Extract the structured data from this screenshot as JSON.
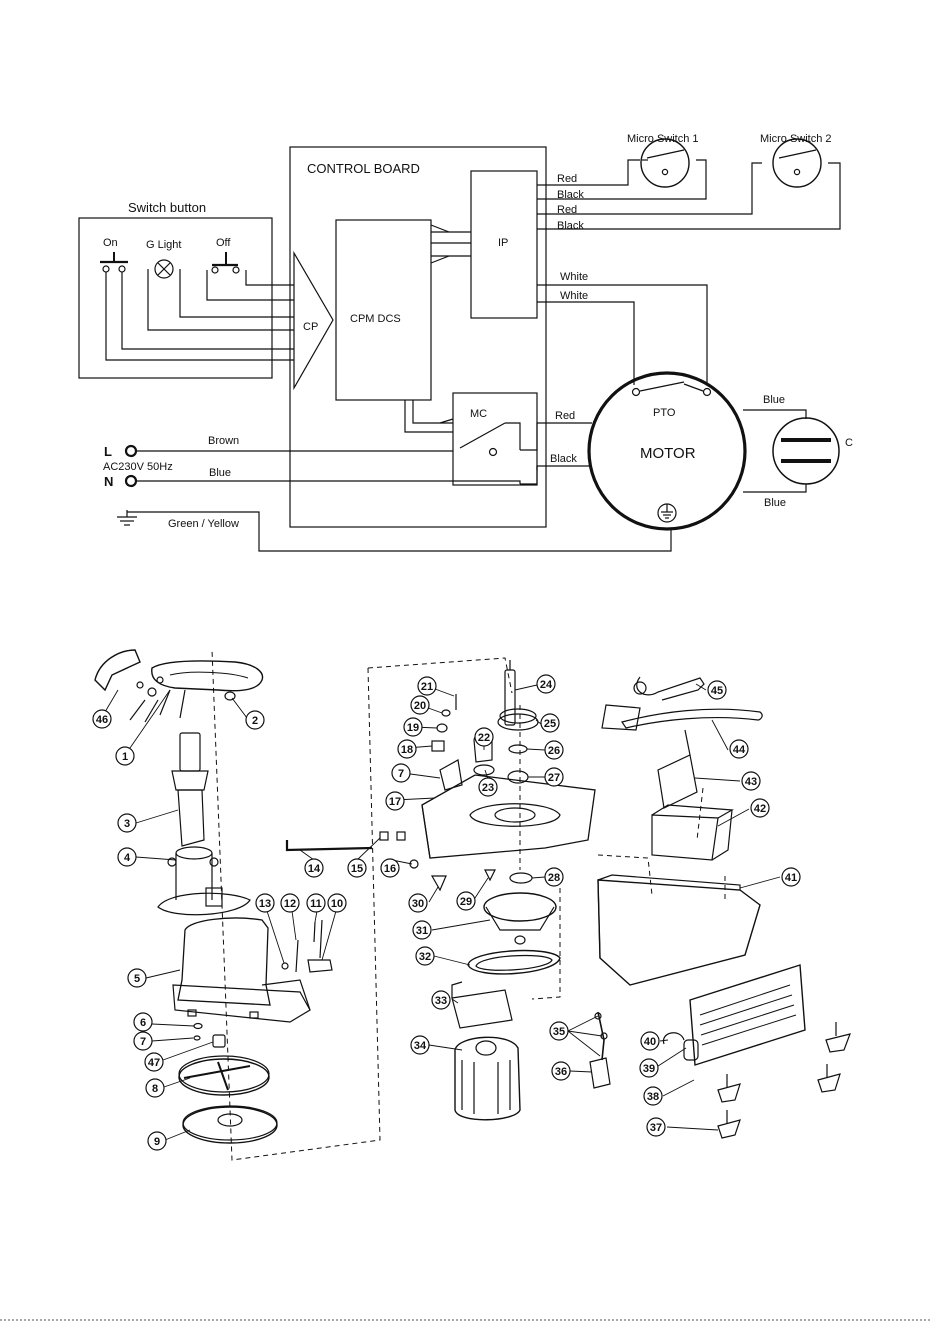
{
  "wiring": {
    "control_board": "CONTROL BOARD",
    "switch_button": "Switch button",
    "on": "On",
    "g_light": "G Light",
    "off": "Off",
    "cp": "CP",
    "cpm_dcs": "CPM DCS",
    "ip": "IP",
    "mc": "MC",
    "micro_switch_1": "Micro Switch 1",
    "micro_switch_2": "Micro Switch 2",
    "pto": "PTO",
    "motor": "MOTOR",
    "capacitor": "C",
    "l": "L",
    "n": "N",
    "supply": "AC230V 50Hz",
    "wires": {
      "red": "Red",
      "black": "Black",
      "white": "White",
      "brown": "Brown",
      "blue": "Blue",
      "green_yellow": "Green / Yellow"
    }
  },
  "parts": {
    "labels": [
      "1",
      "2",
      "3",
      "4",
      "5",
      "6",
      "7",
      "8",
      "9",
      "10",
      "11",
      "12",
      "13",
      "14",
      "15",
      "16",
      "17",
      "18",
      "19",
      "20",
      "21",
      "22",
      "23",
      "24",
      "25",
      "26",
      "27",
      "28",
      "29",
      "30",
      "31",
      "32",
      "33",
      "34",
      "35",
      "36",
      "37",
      "38",
      "39",
      "40",
      "41",
      "42",
      "43",
      "44",
      "45",
      "46",
      "47"
    ]
  }
}
